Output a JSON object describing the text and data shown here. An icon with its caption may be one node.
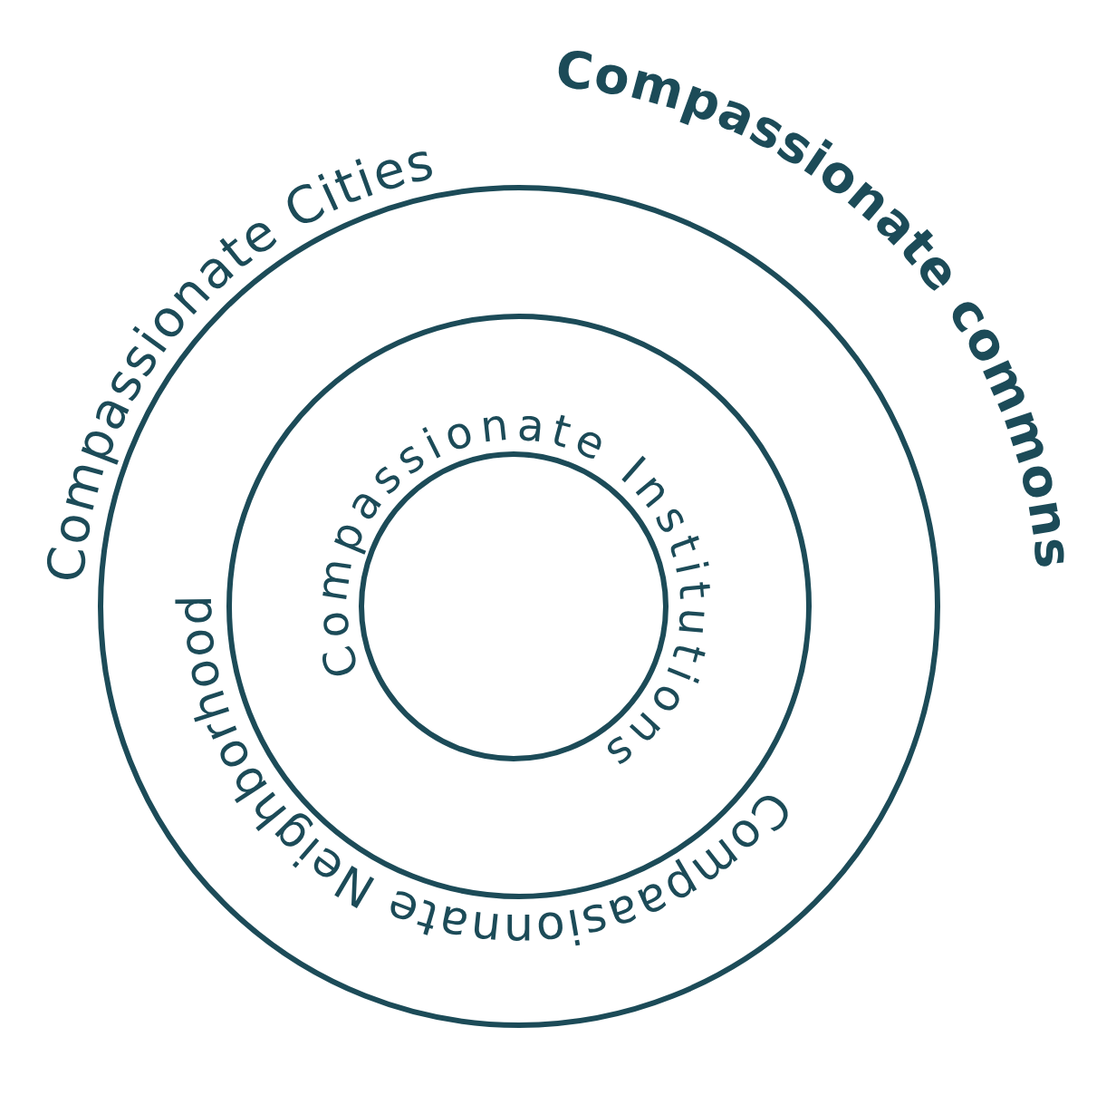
{
  "diagram": {
    "title": "Compassionate commons",
    "nodes": [
      {
        "text": [
          "Compassionate Cities"
        ]
      },
      {
        "text": [
          "Compaasionnate Neighborhood"
        ],
        "in": 0
      },
      {
        "text": [
          "Compassionate Institutions"
        ],
        "in": 1
      }
    ]
  }
}
